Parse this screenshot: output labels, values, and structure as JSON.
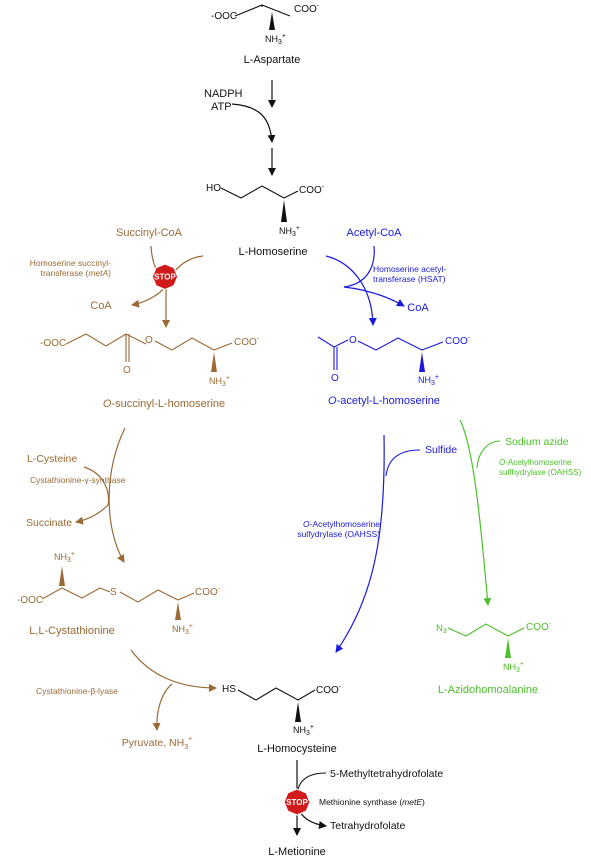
{
  "colors": {
    "black": "#111111",
    "brown": "#9a6a35",
    "blue": "#1a1adc",
    "green": "#4cc02a",
    "stop_red": "#d11b1b"
  },
  "compounds": {
    "aspartate": {
      "name": "L-Aspartate",
      "left_group": "-OOC",
      "right_group": "COO",
      "charge_minus": "-",
      "amine": "NH",
      "amine_sub": "3",
      "amine_sup": "+"
    },
    "homoserine": {
      "name": "L-Homoserine",
      "left_group": "HO",
      "right_group": "COO",
      "charge_minus": "-",
      "amine": "NH",
      "amine_sub": "3",
      "amine_sup": "+"
    },
    "succinyl_homoserine": {
      "name_italic": "O",
      "name_rest": "-succinyl-L-homoserine",
      "left_group": "-OOC",
      "carbonyl_o": "O",
      "ester_o": "O",
      "right_group": "COO",
      "charge_minus": "-",
      "amine": "NH",
      "amine_sub": "3",
      "amine_sup": "+"
    },
    "acetyl_homoserine": {
      "name_italic": "O",
      "name_rest": "-acetyl-L-homoserine",
      "carbonyl_o": "O",
      "ester_o": "O",
      "right_group": "COO",
      "charge_minus": "-",
      "amine": "NH",
      "amine_sub": "3",
      "amine_sup": "+"
    },
    "cystathionine": {
      "name": "L,L-Cystathionine",
      "left_group": "-OOC",
      "s": "S",
      "right_group": "COO",
      "charge_minus": "-",
      "amine": "NH",
      "amine_sub": "3",
      "amine_sup": "+"
    },
    "homocysteine": {
      "name": "L-Homocysteine",
      "left_group": "HS",
      "right_group": "COO",
      "charge_minus": "-",
      "amine": "NH",
      "amine_sub": "3",
      "amine_sup": "+"
    },
    "azidohomoalanine": {
      "name": "L-Azidohomoalanine",
      "left_group": "N",
      "left_sub": "3",
      "right_group": "COO",
      "charge_minus": "-",
      "amine": "NH",
      "amine_sub": "3",
      "amine_sup": "+"
    },
    "methionine": {
      "name": "L-Metionine"
    }
  },
  "cofactors": {
    "nadph": "NADPH",
    "atp": "ATP",
    "succinyl_coa": "Succinyl-CoA",
    "coa_left": "CoA",
    "acetyl_coa": "Acetyl-CoA",
    "coa_right": "CoA",
    "l_cysteine": "L-Cysteine",
    "succinate": "Succinate",
    "sulfide": "Sulfide",
    "sodium_azide": "Sodium azide",
    "pyruvate": "Pyruvate, NH",
    "pyruvate_sub": "3",
    "pyruvate_sup": "+",
    "methyl_thf": "5-Methyltetrahydrofolate",
    "thf": "Tetrahydrofolate"
  },
  "enzymes": {
    "meta_line1": "Homoserine succinyl-",
    "meta_line2_a": "transferase (",
    "meta_line2_i": "metA",
    "meta_line2_b": ")",
    "hsat_line1": "Homoserine acetyl-",
    "hsat_line2": "transferase (HSAT)",
    "cgs": "Cystathionine-γ-synthase",
    "cbl": "Cystathionine-β-lyase",
    "oahss_blue_line1_i": "O",
    "oahss_blue_line1_rest": "-Acetylhomoserine",
    "oahss_blue_line2": "sulfydrylase (OAHSS)",
    "oahss_green_line1_i": "O",
    "oahss_green_line1_rest": "-Acetylhomoserine",
    "oahss_green_line2": "sulfhydrylase (OAHSS)",
    "mete_a": "Methionine synthase (",
    "mete_i": "metE",
    "mete_b": ")"
  },
  "stop_signs": {
    "label": "STOP"
  }
}
